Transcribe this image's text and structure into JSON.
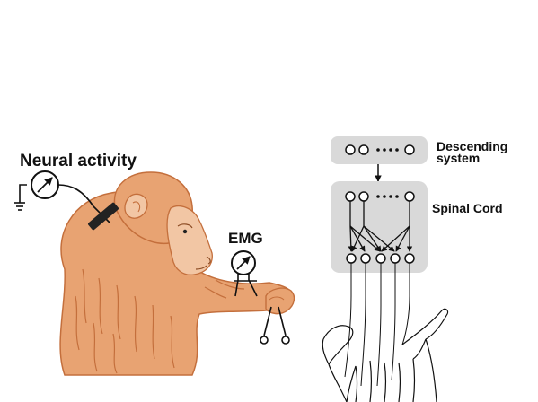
{
  "labels": {
    "neural_activity": "Neural activity",
    "emg": "EMG",
    "descending_system": "Descending\nsystem",
    "spinal_cord": "Spinal Cord"
  },
  "colors": {
    "monkey_fur": "#e8a372",
    "monkey_outline": "#c46f3c",
    "monkey_face": "#f2c6a4",
    "box_fill": "#d9d9d9",
    "line": "#111111"
  },
  "icons": {
    "meter": "galvanometer-icon",
    "ground": "ground-icon",
    "electrode": "electrode-icon"
  }
}
